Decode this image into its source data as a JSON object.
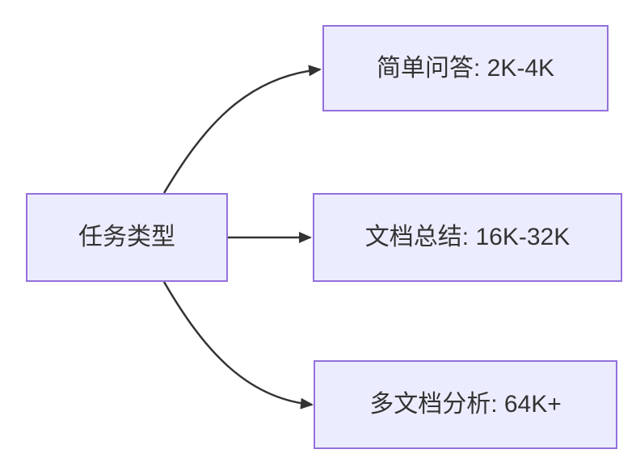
{
  "colors": {
    "background": "#ffffff",
    "node_fill": "#ECECFF",
    "node_border": "#9370DB",
    "edge_color": "#333333",
    "text_color": "#333333"
  },
  "diagram": {
    "type": "flowchart-LR",
    "root": {
      "label": "任务类型"
    },
    "branches": [
      {
        "label": "简单问答: 2K-4K"
      },
      {
        "label": "文档总结: 16K-32K"
      },
      {
        "label": "多文档分析: 64K+"
      }
    ],
    "edges": [
      {
        "from": "任务类型",
        "to": "简单问答: 2K-4K"
      },
      {
        "from": "任务类型",
        "to": "文档总结: 16K-32K"
      },
      {
        "from": "任务类型",
        "to": "多文档分析: 64K+"
      }
    ]
  }
}
